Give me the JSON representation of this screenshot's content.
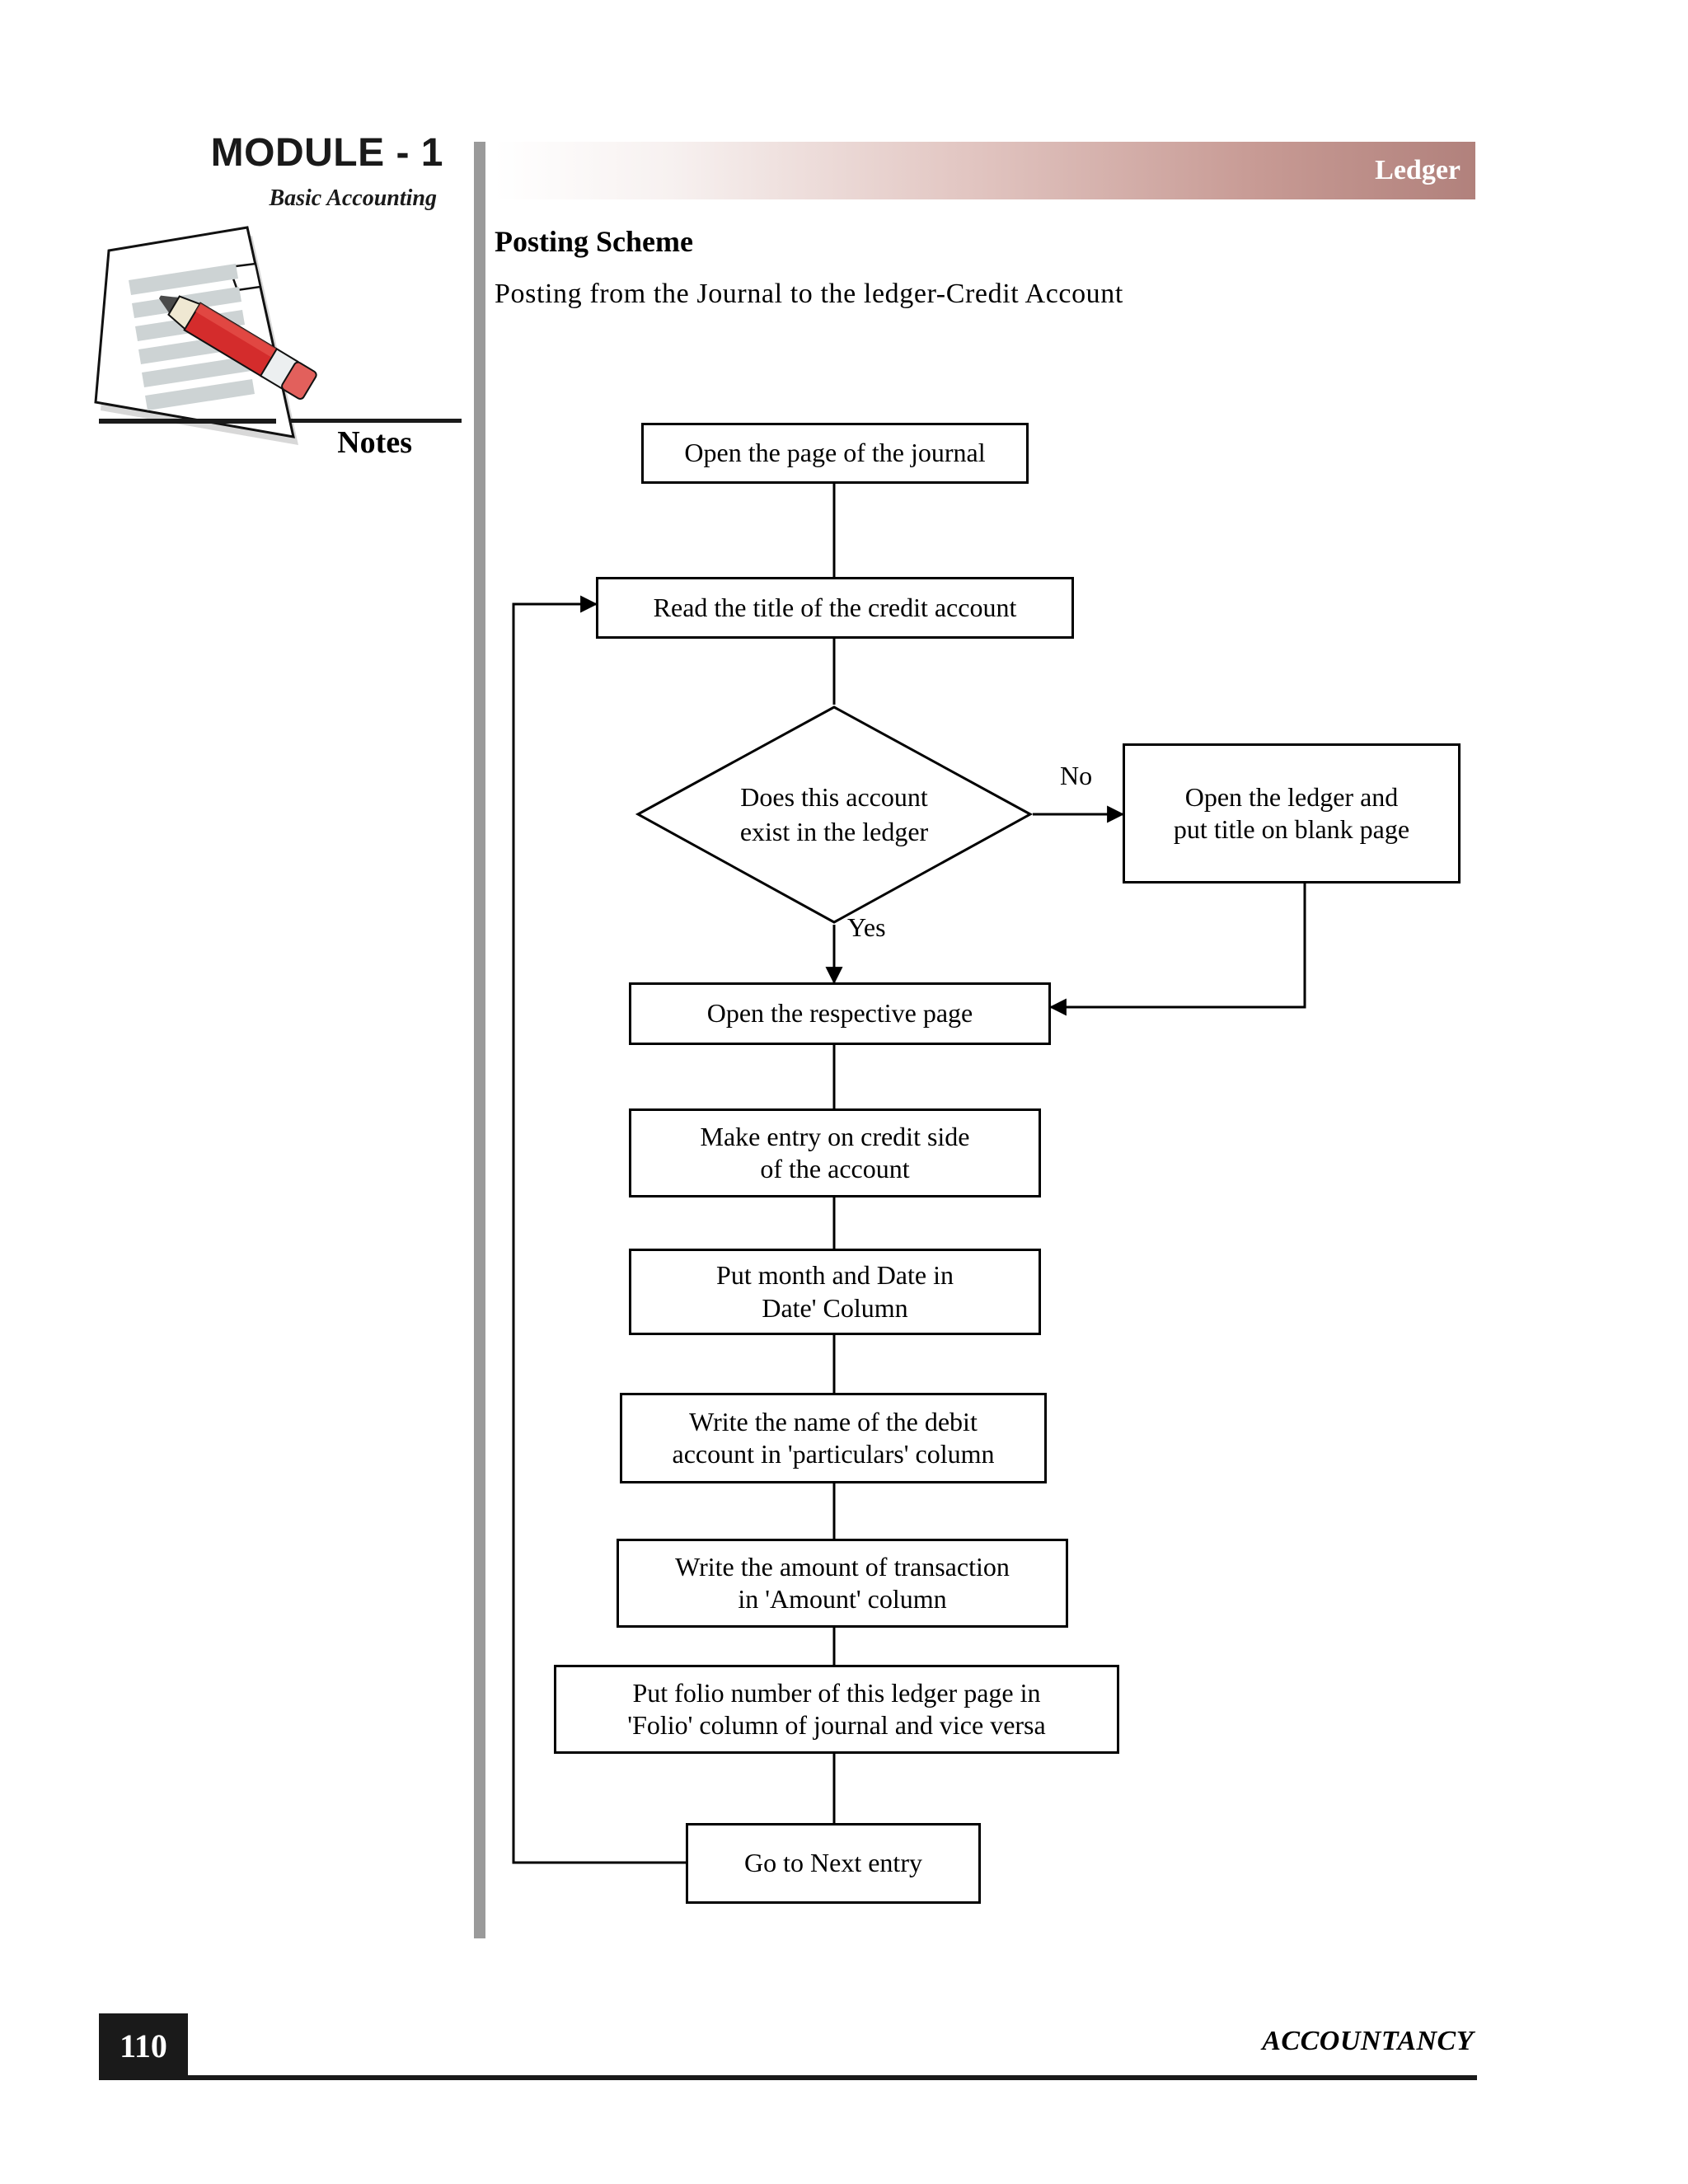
{
  "module": {
    "title": "MODULE - 1",
    "subtitle": "Basic Accounting",
    "notes_label": "Notes",
    "notes_icon": "ruled-paper-with-pencil-icon"
  },
  "header": {
    "banner_title": "Ledger"
  },
  "content": {
    "heading": "Posting Scheme",
    "subheading": "Posting from the Journal to the ledger-Credit Account"
  },
  "chart_data": {
    "type": "flowchart",
    "title": "Posting from the Journal to the ledger-Credit Account",
    "nodes": [
      {
        "id": "n1",
        "shape": "process",
        "text": "Open the page of the journal"
      },
      {
        "id": "n2",
        "shape": "process",
        "text": "Read the title of the credit account"
      },
      {
        "id": "n3",
        "shape": "decision",
        "text": "Does this account exist in the ledger"
      },
      {
        "id": "n4",
        "shape": "process",
        "text": "Open the ledger and put title on blank page"
      },
      {
        "id": "n5",
        "shape": "process",
        "text": "Open the respective page"
      },
      {
        "id": "n6",
        "shape": "process",
        "text": "Make entry on credit side of the account"
      },
      {
        "id": "n7",
        "shape": "process",
        "text": "Put month and Date in Date' Column"
      },
      {
        "id": "n8",
        "shape": "process",
        "text": "Write the name of the debit account in 'particulars' column"
      },
      {
        "id": "n9",
        "shape": "process",
        "text": "Write the amount of transaction in 'Amount' column"
      },
      {
        "id": "n10",
        "shape": "process",
        "text": "Put folio number of this ledger page in 'Folio' column of journal and vice versa"
      },
      {
        "id": "n11",
        "shape": "process",
        "text": "Go to Next entry"
      }
    ],
    "edges": [
      {
        "from": "n1",
        "to": "n2",
        "label": ""
      },
      {
        "from": "n2",
        "to": "n3",
        "label": ""
      },
      {
        "from": "n3",
        "to": "n4",
        "label": "No"
      },
      {
        "from": "n3",
        "to": "n5",
        "label": "Yes"
      },
      {
        "from": "n4",
        "to": "n5",
        "label": ""
      },
      {
        "from": "n5",
        "to": "n6",
        "label": ""
      },
      {
        "from": "n6",
        "to": "n7",
        "label": ""
      },
      {
        "from": "n7",
        "to": "n8",
        "label": ""
      },
      {
        "from": "n8",
        "to": "n9",
        "label": ""
      },
      {
        "from": "n9",
        "to": "n10",
        "label": ""
      },
      {
        "from": "n10",
        "to": "n11",
        "label": ""
      },
      {
        "from": "n11",
        "to": "n2",
        "label": ""
      }
    ],
    "node_lines": {
      "n1": [
        "Open the page of the journal"
      ],
      "n2": [
        "Read the title of the credit account"
      ],
      "n3": [
        "Does this account",
        "exist in the ledger"
      ],
      "n4": [
        "Open the ledger and",
        "put title on blank page"
      ],
      "n5": [
        "Open the respective page"
      ],
      "n6": [
        "Make entry on credit side",
        "of the account"
      ],
      "n7": [
        "Put month and Date in",
        "Date' Column"
      ],
      "n8": [
        "Write the name of the debit",
        "account in 'particulars' column"
      ],
      "n9": [
        "Write the amount of transaction",
        "in 'Amount' column"
      ],
      "n10": [
        "Put folio number of this ledger page in",
        "'Folio' column of journal and vice versa"
      ],
      "n11": [
        "Go to Next entry"
      ]
    },
    "labels": {
      "yes": "Yes",
      "no": "No"
    }
  },
  "footer": {
    "page_number": "110",
    "book_title": "ACCOUNTANCY"
  },
  "colors": {
    "banner_accent": "#b1817c",
    "gray_rule": "#9a9a9a",
    "ink": "#000000",
    "pencil_red": "#d42c2c"
  }
}
